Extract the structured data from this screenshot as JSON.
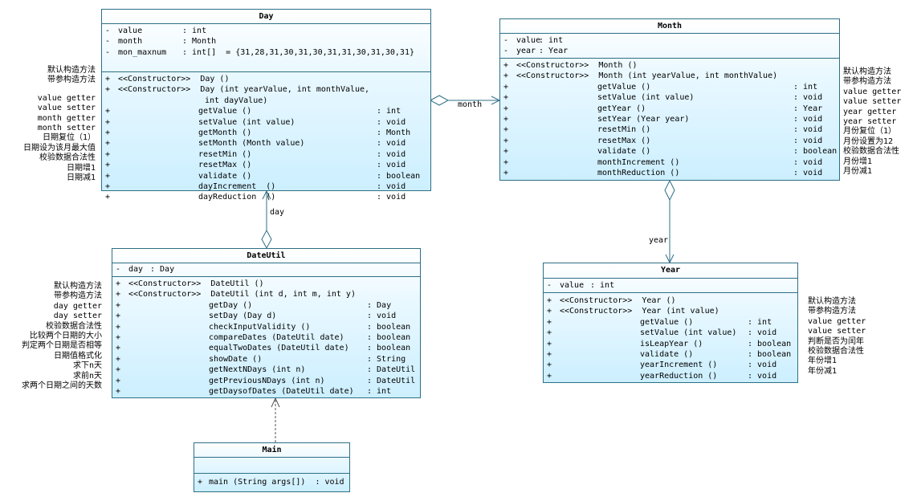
{
  "classes": {
    "day": {
      "title": "Day",
      "attributes": [
        {
          "vis": "-",
          "name": "value",
          "type": ": int"
        },
        {
          "vis": "-",
          "name": "month",
          "type": ": Month"
        },
        {
          "vis": "-",
          "name": "mon_maxnum",
          "type": ": int[]  = {31,28,31,30,31,30,31,31,30,31,30,31}"
        }
      ],
      "methods": [
        {
          "vis": "+",
          "name": "<<Constructor>>  Day ()",
          "type": ""
        },
        {
          "vis": "+",
          "name": "<<Constructor>>  Day (int yearValue, int monthValue,",
          "type": ""
        },
        {
          "vis": "",
          "name": "int dayValue)",
          "type": ""
        },
        {
          "vis": "+",
          "name": "getValue ()",
          "type": ": int"
        },
        {
          "vis": "+",
          "name": "setValue (int value)",
          "type": ": void"
        },
        {
          "vis": "+",
          "name": "getMonth ()",
          "type": ": Month"
        },
        {
          "vis": "+",
          "name": "setMonth (Month value)",
          "type": ": void"
        },
        {
          "vis": "+",
          "name": "resetMin ()",
          "type": ": void"
        },
        {
          "vis": "+",
          "name": "resetMax ()",
          "type": ": void"
        },
        {
          "vis": "+",
          "name": "validate ()",
          "type": ": boolean"
        },
        {
          "vis": "+",
          "name": "dayIncrement  ()",
          "type": ": void"
        },
        {
          "vis": "+",
          "name": "dayReduction  ()",
          "type": ": void"
        }
      ]
    },
    "month": {
      "title": "Month",
      "attributes": [
        {
          "vis": "-",
          "name": "value",
          "type": ": int"
        },
        {
          "vis": "-",
          "name": "year",
          "type": ": Year"
        }
      ],
      "methods": [
        {
          "vis": "+",
          "name": "<<Constructor>>  Month ()",
          "type": ""
        },
        {
          "vis": "+",
          "name": "<<Constructor>>  Month (int yearValue, int monthValue)",
          "type": ""
        },
        {
          "vis": "+",
          "name": "getValue ()",
          "type": ": int"
        },
        {
          "vis": "+",
          "name": "setValue (int value)",
          "type": ": void"
        },
        {
          "vis": "+",
          "name": "getYear ()",
          "type": ": Year"
        },
        {
          "vis": "+",
          "name": "setYear (Year year)",
          "type": ": void"
        },
        {
          "vis": "+",
          "name": "resetMin ()",
          "type": ": void"
        },
        {
          "vis": "+",
          "name": "resetMax ()",
          "type": ": void"
        },
        {
          "vis": "+",
          "name": "validate ()",
          "type": ": boolean"
        },
        {
          "vis": "+",
          "name": "monthIncrement ()",
          "type": ": void"
        },
        {
          "vis": "+",
          "name": "monthReduction ()",
          "type": ": void"
        }
      ]
    },
    "year": {
      "title": "Year",
      "attributes": [
        {
          "vis": "-",
          "name": "value",
          "type": ": int"
        }
      ],
      "methods": [
        {
          "vis": "+",
          "name": "<<Constructor>>  Year ()",
          "type": ""
        },
        {
          "vis": "+",
          "name": "<<Constructor>>  Year (int value)",
          "type": ""
        },
        {
          "vis": "+",
          "name": "getValue ()",
          "type": ": int"
        },
        {
          "vis": "+",
          "name": "setValue (int value)",
          "type": ": void"
        },
        {
          "vis": "+",
          "name": "isLeapYear ()",
          "type": ": boolean"
        },
        {
          "vis": "+",
          "name": "validate ()",
          "type": ": boolean"
        },
        {
          "vis": "+",
          "name": "yearIncrement ()",
          "type": ": void"
        },
        {
          "vis": "+",
          "name": "yearReduction ()",
          "type": ": void"
        }
      ]
    },
    "dateutil": {
      "title": "DateUtil",
      "attributes": [
        {
          "vis": "-",
          "name": "day",
          "type": ": Day"
        }
      ],
      "methods": [
        {
          "vis": "+",
          "name": "<<Constructor>>  DateUtil ()",
          "type": ""
        },
        {
          "vis": "+",
          "name": "<<Constructor>>  DateUtil (int d, int m, int y)",
          "type": ""
        },
        {
          "vis": "+",
          "name": "getDay ()",
          "type": ": Day"
        },
        {
          "vis": "+",
          "name": "setDay (Day d)",
          "type": ": void"
        },
        {
          "vis": "+",
          "name": "checkInputValidity ()",
          "type": ": boolean"
        },
        {
          "vis": "+",
          "name": "compareDates (DateUtil date)",
          "type": ": boolean"
        },
        {
          "vis": "+",
          "name": "equalTwoDates (DateUtil date)",
          "type": ": boolean"
        },
        {
          "vis": "+",
          "name": "showDate ()",
          "type": ": String"
        },
        {
          "vis": "+",
          "name": "getNextNDays (int n)",
          "type": ": DateUtil"
        },
        {
          "vis": "+",
          "name": "getPreviousNDays (int n)",
          "type": ": DateUtil"
        },
        {
          "vis": "+",
          "name": "getDaysofDates (DateUtil date)",
          "type": ": int"
        }
      ]
    },
    "main": {
      "title": "Main",
      "attributes": [],
      "methods": [
        {
          "vis": "+",
          "name": "main (String args[])  : void",
          "type": ""
        }
      ]
    }
  },
  "notes": {
    "day": [
      "默认构造方法",
      "带参构造方法",
      "",
      "value getter",
      "value setter",
      "month getter",
      "month setter",
      "日期复位（1）",
      "日期设为该月最大值",
      "校验数据合法性",
      "日期增1",
      "日期减1"
    ],
    "month": [
      "默认构造方法",
      "带参构造方法",
      "value getter",
      "value setter",
      "year getter",
      "year setter",
      "月份复位（1）",
      "月份设置为12",
      "校验数据合法性",
      "月份增1",
      "月份减1"
    ],
    "year": [
      "默认构造方法",
      "带参构造方法",
      "value getter",
      "value setter",
      "判断是否为闰年",
      "校验数据合法性",
      "年份增1",
      "年份减1"
    ],
    "dateutil": [
      "默认构造方法",
      "带参构造方法",
      "day getter",
      "day setter",
      "校验数据合法性",
      "比较两个日期的大小",
      "判定两个日期是否相等",
      "日期值格式化",
      "求下n天",
      "求前n天",
      "求两个日期之间的天数"
    ]
  },
  "associations": {
    "day_month": "month",
    "month_year": "year",
    "dateutil_day": "day"
  }
}
